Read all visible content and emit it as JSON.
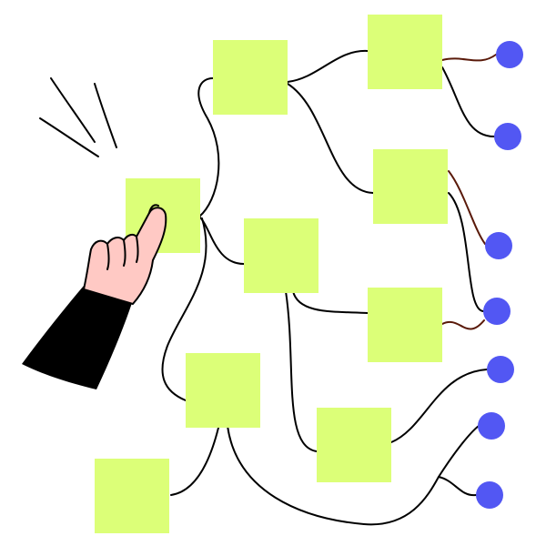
{
  "colors": {
    "background": "#ffffff",
    "note_fill": "#dcff78",
    "node_fill": "#5257f3",
    "wire": "#000000",
    "wire_accent": "#5a1a0a",
    "skin": "#ffc9c4",
    "sleeve": "#000000"
  },
  "icons": {
    "pointer": "pointing-hand-icon",
    "motion": "motion-lines-icon"
  },
  "diagram": {
    "notes": [
      {
        "id": "n1"
      },
      {
        "id": "n2"
      },
      {
        "id": "n3"
      },
      {
        "id": "n4"
      },
      {
        "id": "n5"
      },
      {
        "id": "n6"
      },
      {
        "id": "n7"
      },
      {
        "id": "n8"
      },
      {
        "id": "n9"
      },
      {
        "id": "n10"
      }
    ],
    "nodes": [
      {
        "id": "d1"
      },
      {
        "id": "d2"
      },
      {
        "id": "d3"
      },
      {
        "id": "d4"
      },
      {
        "id": "d5"
      },
      {
        "id": "d6"
      },
      {
        "id": "d7"
      }
    ]
  }
}
